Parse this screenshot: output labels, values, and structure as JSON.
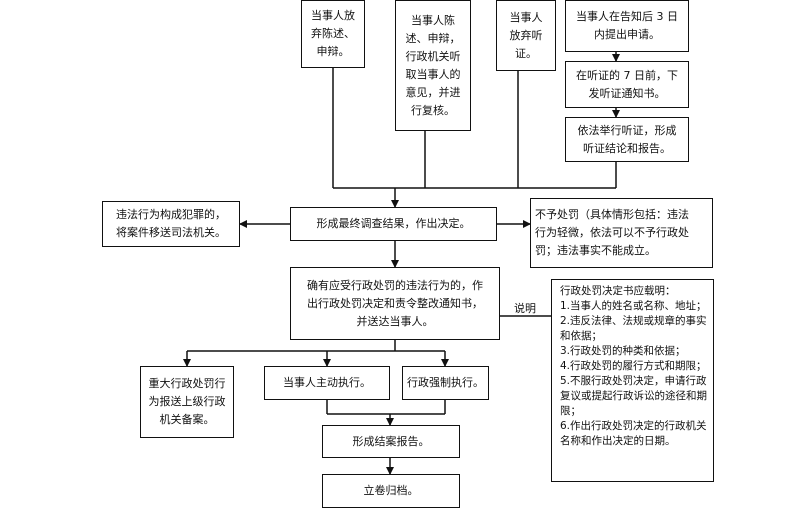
{
  "top": {
    "waive_statement": "当事人放\n弃陈述、\n申辩。",
    "review": "当事人陈\n述、申辩，\n行政机关听\n取当事人的\n意见，并进\n行复核。",
    "waive_hearing": "当事人\n放弃听\n证。",
    "apply_hearing": "当事人在告知后 3 日\n内提出申请。",
    "hearing_notice": "在听证的 7 日前，下\n发听证通知书。",
    "hold_hearing": "依法举行听证，形成\n听证结论和报告。"
  },
  "middle": {
    "final_decision": "形成最终调查结果，作出决定。",
    "criminal": "违法行为构成犯罪的，\n将案件移送司法机关。",
    "no_penalty": "不予处罚（具体情形包括：违法\n行为轻微，依法可以不予行政处\n罚；违法事实不能成立。",
    "penalty_decision": "确有应受行政处罚的违法行为的，作\n出行政处罚决定和责令整改通知书，\n并送达当事人。",
    "note_label": "说明"
  },
  "notes": {
    "text": "行政处罚决定书应载明：\n1.当事人的姓名或名称、地址；\n2.违反法律、法规或规章的事实和依据；\n3.行政处罚的种类和依据；\n4.行政处罚的履行方式和期限；\n5.不服行政处罚决定，申请行政复议或提起行政诉讼的途径和期限；\n6.作出行政处罚决定的行政机关名称和作出决定的日期。"
  },
  "bottom": {
    "report_major": "重大行政处罚行\n为报送上级行政\n机关备案。",
    "voluntary": "当事人主动执行。",
    "enforced": "行政强制执行。",
    "closing_report": "形成结案报告。",
    "archive": "立卷归档。"
  },
  "colors": {
    "line": "#111111",
    "background": "#ffffff"
  }
}
